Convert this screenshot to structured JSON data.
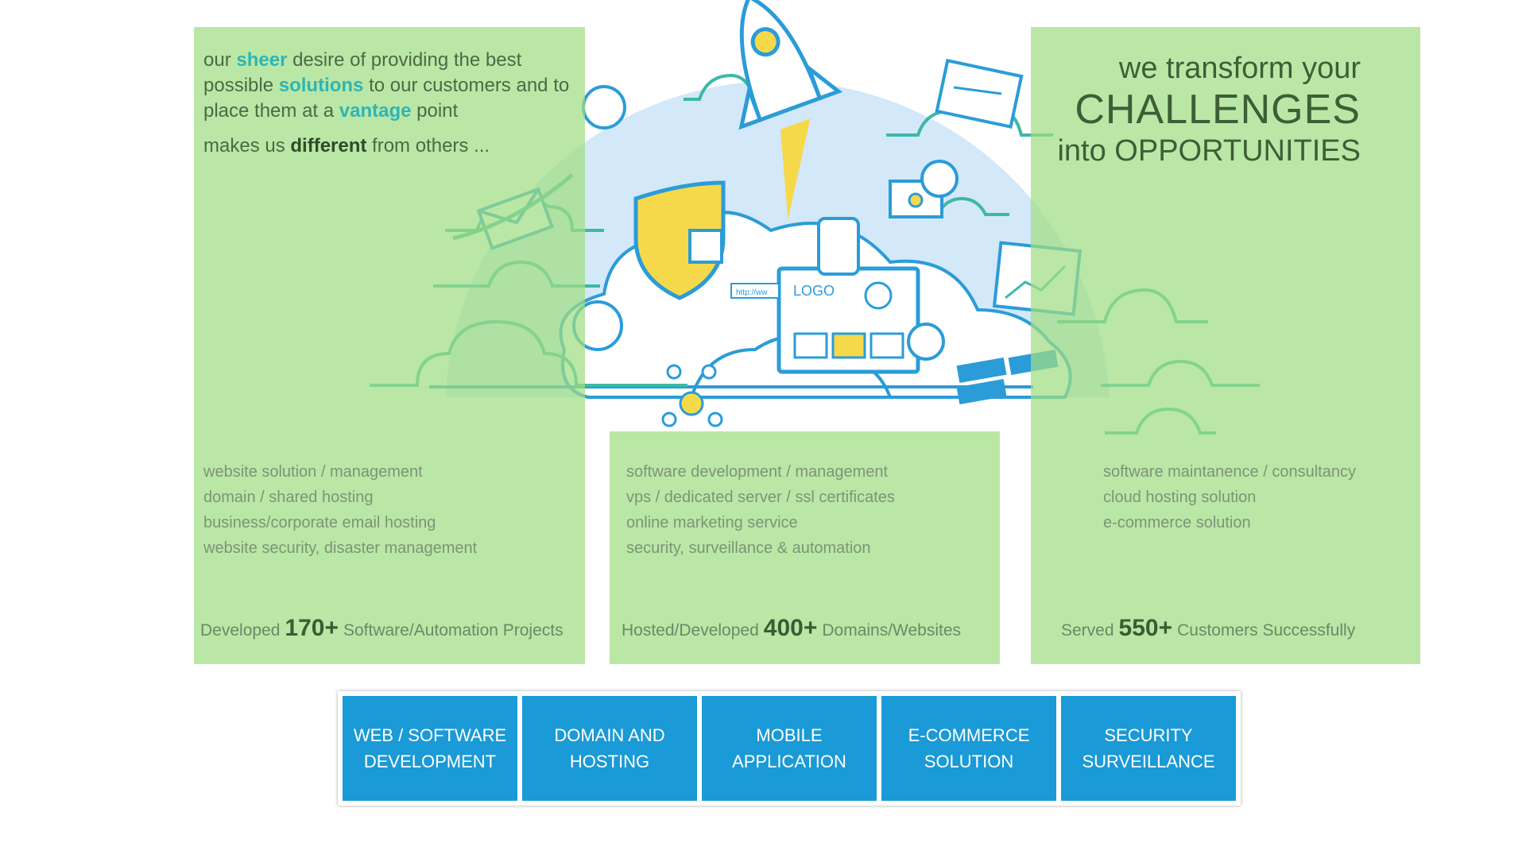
{
  "intro": {
    "p1_a": "our ",
    "p1_b": "sheer",
    "p1_c": " desire of providing the best possible ",
    "p1_d": "solutions",
    "p1_e": " to our customers and to place them at a ",
    "p1_f": "vantage",
    "p1_g": " point",
    "p2_a": "makes us ",
    "p2_b": "different",
    "p2_c": " from others ..."
  },
  "tagline": {
    "line1": "we transform your",
    "line2": "CHALLENGES",
    "line3": "into OPPORTUNITIES"
  },
  "services": {
    "left": [
      "website solution / management",
      "domain / shared hosting",
      "business/corporate email hosting",
      "website security, disaster management"
    ],
    "center": [
      "software development / management",
      "vps / dedicated server / ssl certificates",
      "online marketing service",
      "security, surveillance & automation"
    ],
    "right": [
      "software maintanence / consultancy",
      "cloud hosting solution",
      "e-commerce solution"
    ]
  },
  "stats": {
    "left": {
      "pre": "Developed",
      "num": "170+",
      "post": "Software/Automation Projects"
    },
    "center": {
      "pre": "Hosted/Developed",
      "num": "400+",
      "post": "Domains/Websites"
    },
    "right": {
      "pre": "Served",
      "num": "550+",
      "post": "Customers Successfully"
    }
  },
  "illustration": {
    "logo_text": "LOGO",
    "url_text": "http://ww"
  },
  "tabs": [
    {
      "label": "WEB / SOFTWARE\nDEVELOPMENT"
    },
    {
      "label": "DOMAIN AND\nHOSTING"
    },
    {
      "label": "MOBILE\nAPPLICATION"
    },
    {
      "label": "E-COMMERCE\nSOLUTION"
    },
    {
      "label": "SECURITY\nSURVEILLANCE"
    }
  ],
  "colors": {
    "panel_green": "#a0de82",
    "tab_blue": "#1a9ad6",
    "accent_teal": "#2fb5b5",
    "line_blue": "#2b9cd8",
    "line_teal": "#3cb8a8",
    "sky": "#d3e8f8",
    "accent_yellow": "#f6d94a"
  }
}
